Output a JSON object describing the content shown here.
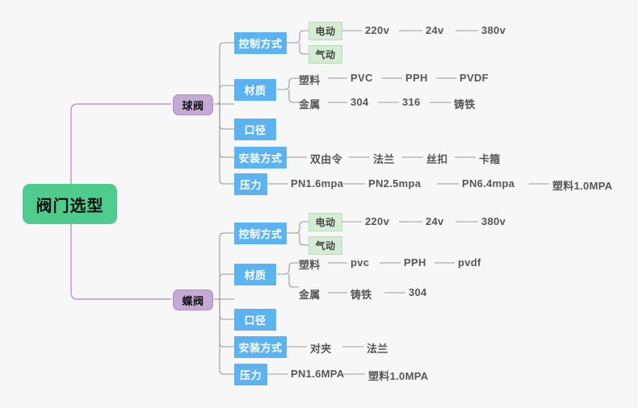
{
  "diagram": {
    "title": "阀门选型",
    "type": "mindmap",
    "background": "#f7f7f8",
    "colors": {
      "root": "#4ecb8d",
      "level1": "#c3a9d4",
      "level2": "#5cb3f2",
      "level3": "#d5ecd4",
      "connector_root": "#b49bc9",
      "connector": "#9a9a9a",
      "leaf_text": "#575757"
    },
    "root": {
      "label": "阀门选型"
    },
    "branches": [
      {
        "label": "球阀",
        "children": [
          {
            "label": "控制方式",
            "children": [
              {
                "label": "电动",
                "style": "green",
                "leaves": [
                  "220v",
                  "24v",
                  "380v"
                ]
              },
              {
                "label": "气动",
                "style": "green",
                "leaves": []
              }
            ]
          },
          {
            "label": "材质",
            "children": [
              {
                "label": "塑料",
                "style": "text",
                "leaves": [
                  "PVC",
                  "PPH",
                  "PVDF"
                ]
              },
              {
                "label": "金属",
                "style": "text",
                "leaves": [
                  "304",
                  "316",
                  "铸铁"
                ]
              }
            ]
          },
          {
            "label": "口径",
            "children": []
          },
          {
            "label": "安装方式",
            "leaves": [
              "双由令",
              "法兰",
              "丝扣",
              "卡箍"
            ]
          },
          {
            "label": "压力",
            "leaves": [
              "PN1.6mpa",
              "PN2.5mpa",
              "PN6.4mpa",
              "塑料1.0MPA"
            ]
          }
        ]
      },
      {
        "label": "蝶阀",
        "children": [
          {
            "label": "控制方式",
            "children": [
              {
                "label": "电动",
                "style": "green",
                "leaves": [
                  "220v",
                  "24v",
                  "380v"
                ]
              },
              {
                "label": "气动",
                "style": "green",
                "leaves": []
              }
            ]
          },
          {
            "label": "材质",
            "children": [
              {
                "label": "塑料",
                "style": "text",
                "leaves": [
                  "pvc",
                  "PPH",
                  "pvdf"
                ]
              },
              {
                "label": "金属",
                "style": "text",
                "leaves": [
                  "铸铁",
                  "304"
                ]
              }
            ]
          },
          {
            "label": "口径",
            "children": []
          },
          {
            "label": "安装方式",
            "leaves": [
              "对夹",
              "法兰"
            ]
          },
          {
            "label": "压力",
            "leaves": [
              "PN1.6MPA",
              "塑料1.0MPA"
            ]
          }
        ]
      }
    ]
  }
}
